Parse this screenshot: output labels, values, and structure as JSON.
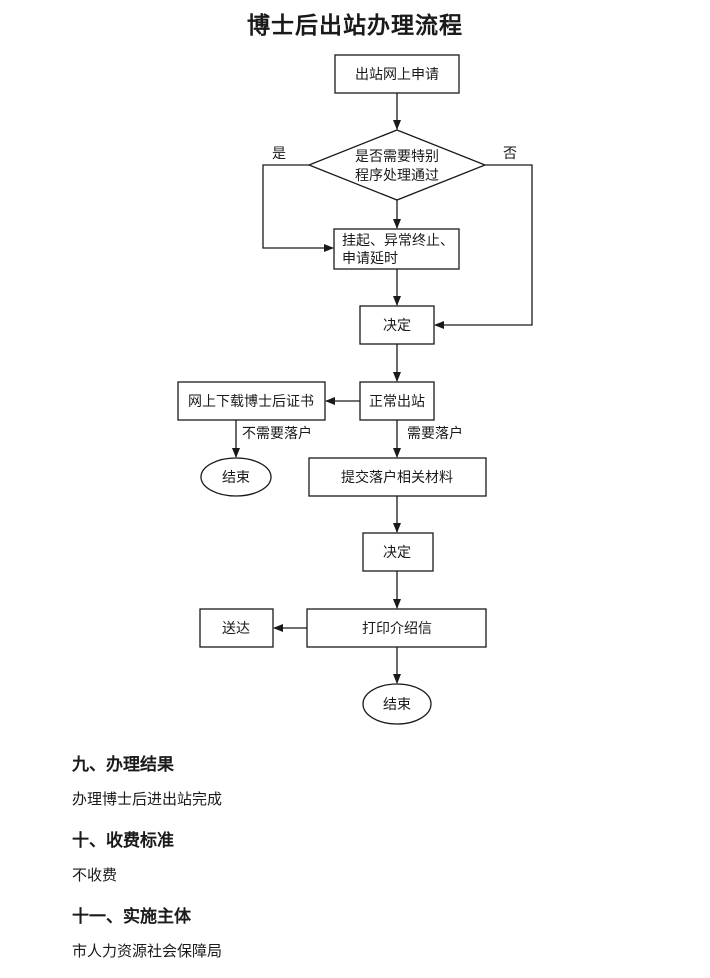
{
  "title": "博士后出站办理流程",
  "flow": {
    "apply": "出站网上申请",
    "decision_line1": "是否需要特别",
    "decision_line2": "程序处理通过",
    "label_yes": "是",
    "label_no": "否",
    "suspend_line1": "挂起、异常终止、",
    "suspend_line2": "申请延时",
    "decide1": "决定",
    "normal_exit": "正常出站",
    "download_cert": "网上下载博士后证书",
    "label_no_settle": "不需要落户",
    "label_need_settle": "需要落户",
    "end1": "结束",
    "submit_materials": "提交落户相关材料",
    "decide2": "决定",
    "print_letter": "打印介绍信",
    "deliver": "送达",
    "end2": "结束"
  },
  "sections": [
    {
      "heading": "九、办理结果",
      "body": "办理博士后进出站完成"
    },
    {
      "heading": "十、收费标准",
      "body": "不收费"
    },
    {
      "heading": "十一、实施主体",
      "body": "市人力资源社会保障局"
    }
  ],
  "colors": {
    "line": "#1a1a1a"
  }
}
